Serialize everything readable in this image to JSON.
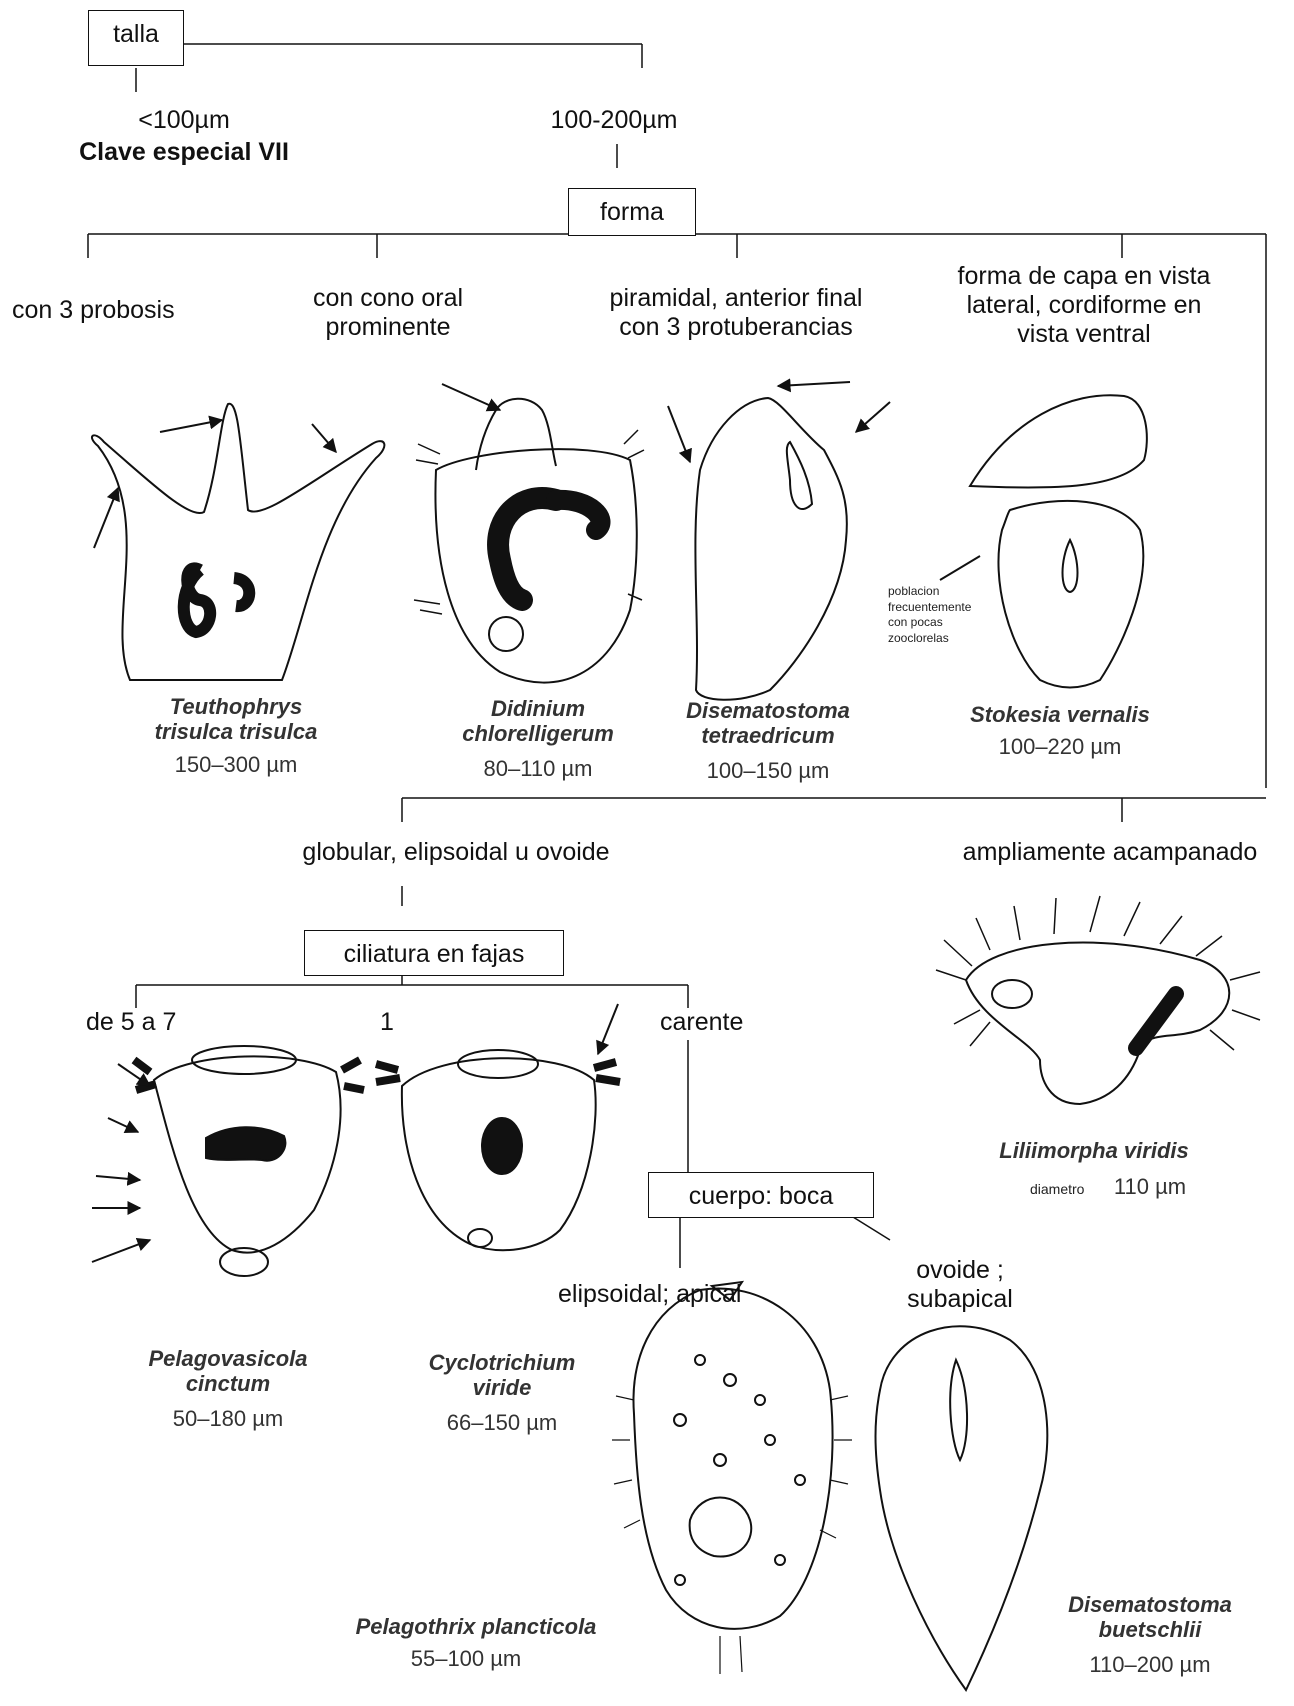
{
  "nodes": {
    "size": "talla",
    "shape": "forma",
    "cilia": "ciliatura en fajas",
    "body_mouth": "cuerpo: boca"
  },
  "branches": {
    "small_size": "<100µm",
    "special_key": "Clave especial VII",
    "mid_size": "100-200µm",
    "three_proboscis": "con 3 probosis",
    "oral_cone": "con cono oral\nprominente",
    "pyramidal": "piramidal, anterior final\ncon 3 protuberancias",
    "cape_shape": "forma de capa en vista\nlateral, cordiforme en\nvista ventral",
    "globular": "globular, elipsoidal u ovoide",
    "bell": "ampliamente acampanado",
    "five_to_seven": "de 5 a 7",
    "one": "1",
    "lacking": "carente",
    "ellipsoidal_apical": "elipsoidal; apical",
    "ovoid_subapical": "ovoide ;\nsubapical"
  },
  "annotations": {
    "zoochlorellae_note": "poblacion\nfrecuentemente\ncon pocas\nzooclorelas",
    "diameter": "diametro"
  },
  "species": {
    "teuthophrys": {
      "name": "Teuthophrys\ntrisulca trisulca",
      "size": "150–300 µm"
    },
    "didinium": {
      "name": "Didinium\nchlorelligerum",
      "size": "80–110 µm"
    },
    "disematostoma_t": {
      "name": "Disematostoma\ntetraedricum",
      "size": "100–150 µm"
    },
    "stokesia": {
      "name": "Stokesia vernalis",
      "size": "100–220 µm"
    },
    "liliimorpha": {
      "name": "Liliimorpha viridis",
      "size": "110 µm"
    },
    "pelagovasicola": {
      "name": "Pelagovasicola\ncinctum",
      "size": "50–180 µm"
    },
    "cyclotrichium": {
      "name": "Cyclotrichium\nviride",
      "size": "66–150 µm"
    },
    "pelagothrix": {
      "name": "Pelagothrix plancticola",
      "size": "55–100 µm"
    },
    "disematostoma_b": {
      "name": "Disematostoma\nbuetschlii",
      "size": "110–200 µm"
    }
  }
}
